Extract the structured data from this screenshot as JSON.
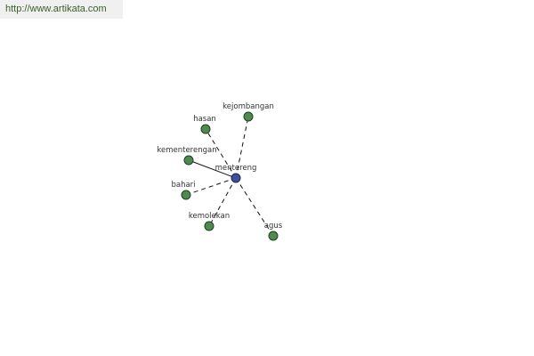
{
  "source": {
    "url": "http://www.artikata.com"
  },
  "graph": {
    "center": {
      "label": "mentereng",
      "color": "#3f4f9a"
    },
    "neighbors": [
      {
        "label": "kejombangan",
        "color": "#4f8a4f",
        "edge": "dashed"
      },
      {
        "label": "hasan",
        "color": "#4f8a4f",
        "edge": "dashed"
      },
      {
        "label": "kementerengan",
        "color": "#4f8a4f",
        "edge": "solid"
      },
      {
        "label": "bahari",
        "color": "#4f8a4f",
        "edge": "dashed"
      },
      {
        "label": "kemolekan",
        "color": "#4f8a4f",
        "edge": "dashed"
      },
      {
        "label": "agus",
        "color": "#4f8a4f",
        "edge": "dashed"
      }
    ],
    "label_color": "#333333",
    "edge_color": "#111111"
  }
}
